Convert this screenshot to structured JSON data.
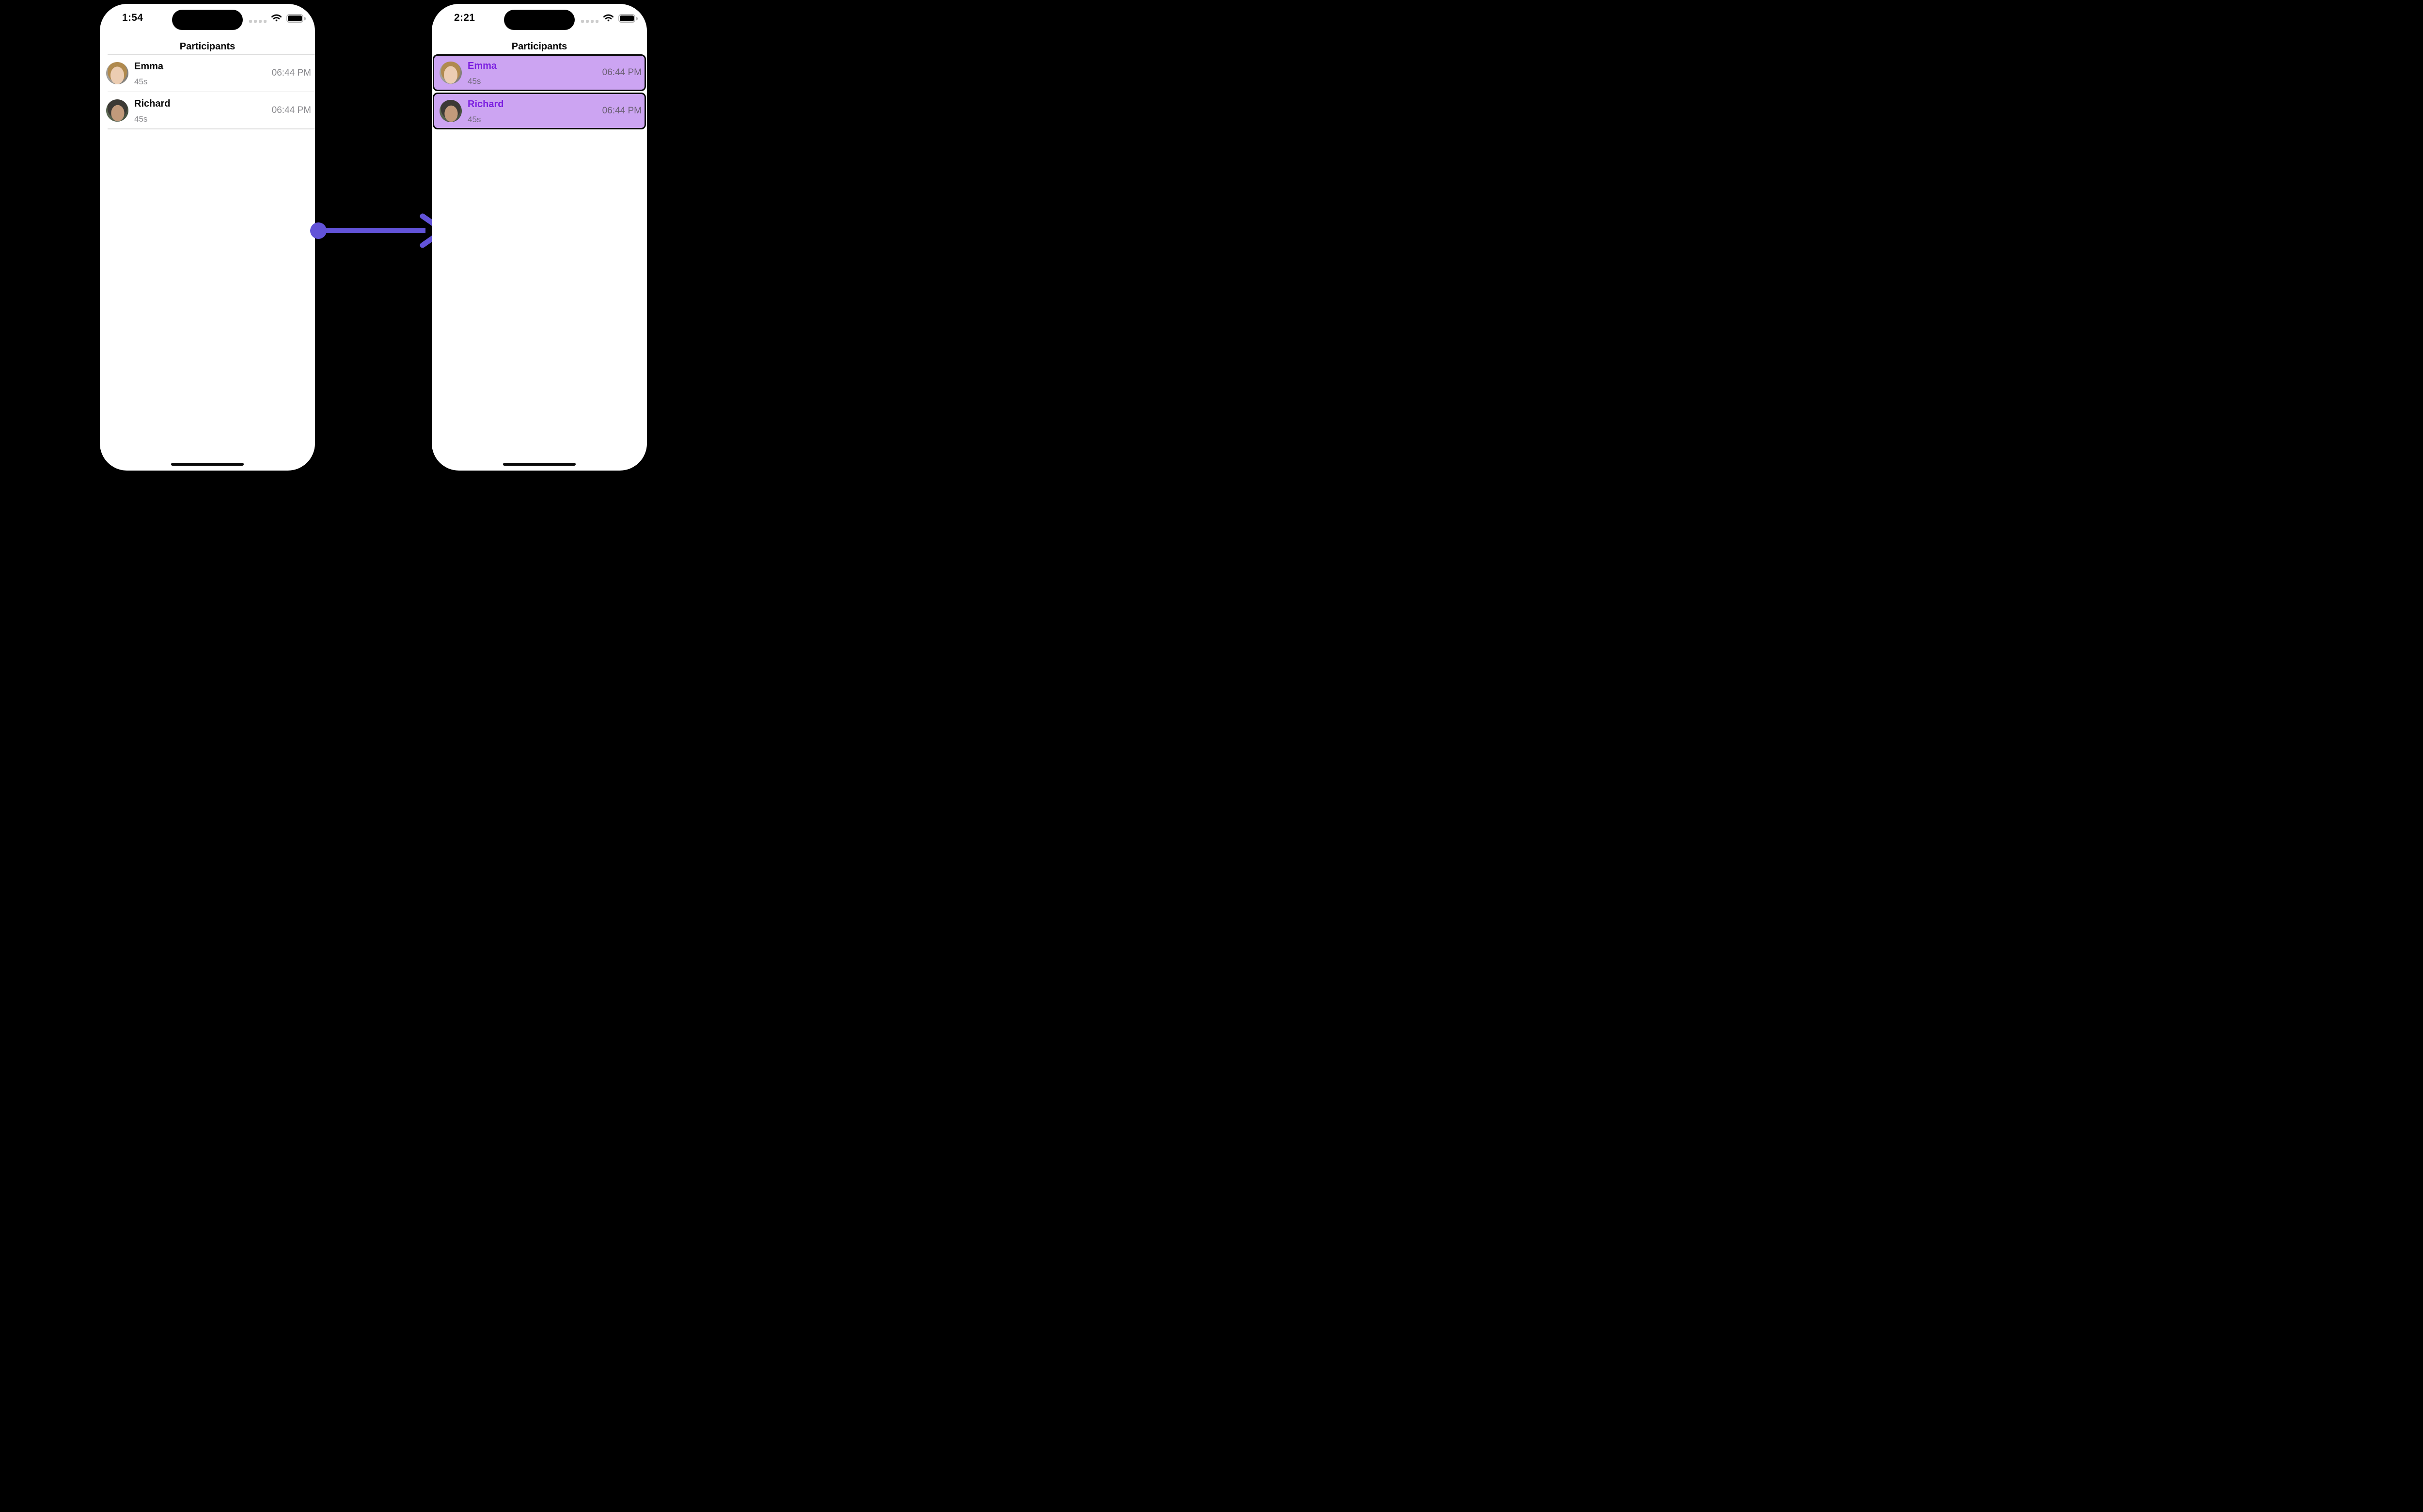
{
  "screens": {
    "before": {
      "status_time": "1:54",
      "nav_title": "Participants"
    },
    "after": {
      "status_time": "2:21",
      "nav_title": "Participants"
    }
  },
  "participants": [
    {
      "name": "Emma",
      "duration": "45s",
      "time": "06:44 PM",
      "avatar": "woman-portrait-photo"
    },
    {
      "name": "Richard",
      "duration": "45s",
      "time": "06:44 PM",
      "avatar": "man-portrait-photo"
    }
  ],
  "status_icons": {
    "cellular": "cellular-signal-dots",
    "wifi": "wifi-icon",
    "battery": "battery-full-icon"
  },
  "annotation": {
    "arrow": "transition-arrow-left-to-right"
  },
  "colors": {
    "highlight_card_bg": "#CCA4F2",
    "highlight_name": "#7B1FE0",
    "highlight_subtext": "#6F6878",
    "highlight_time": "#6C6075",
    "arrow": "#6253D8",
    "secondary_text": "#8A8A8E",
    "separator": "#DCDCDC",
    "card_border": "#0A0A0A",
    "background": "#000000",
    "phone_body": "#FFFFFF"
  }
}
